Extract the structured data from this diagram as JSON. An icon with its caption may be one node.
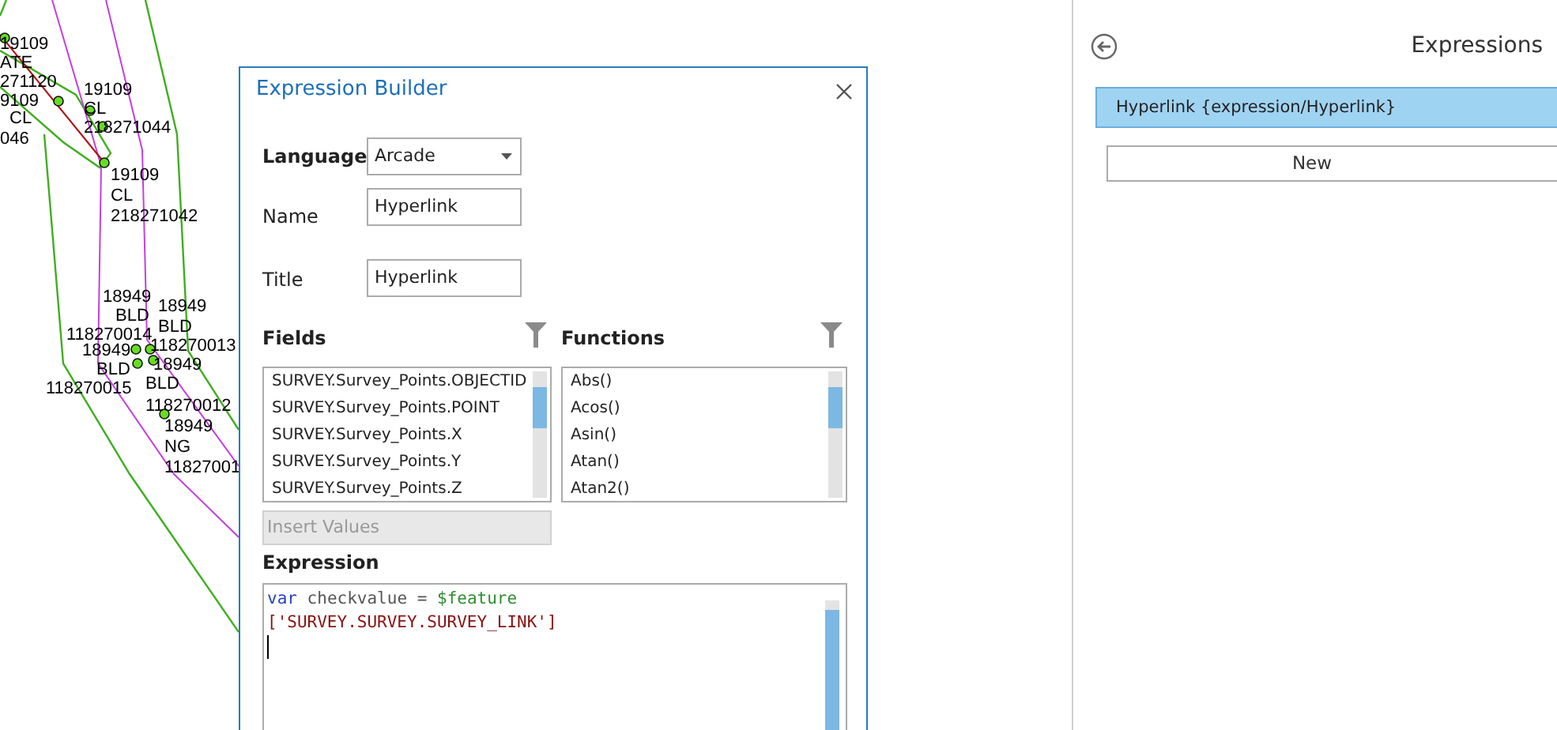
{
  "diagram": {
    "labels": [
      "19109",
      "ATE",
      "271120",
      "9109",
      "CL",
      "046",
      "19109",
      "CL",
      "218271044",
      "19109",
      "CL",
      "218271042",
      "18949",
      "BLD",
      "118270014",
      "18949",
      "BLD",
      "118270015",
      "18949",
      "BLD",
      "118270013",
      "18949",
      "BLD",
      "118270012",
      "18949",
      "NG",
      "11827001",
      "Expression Builder",
      "Language",
      "Arcade",
      "Name",
      "Hyperlink",
      "Title",
      "Hyperlink",
      "Fields",
      "Functions",
      "SURVEY.Survey_Points.OBJECTID",
      "SURVEY.Survey_Points.POINT",
      "SURVEY.Survey_Points.X",
      "SURVEY.Survey_Points.Y",
      "SURVEY.Survey_Points.Z",
      "Abs()",
      "Acos()",
      "Asin()",
      "Atan()",
      "Atan2()",
      "Insert Values",
      "Expression",
      "var checkvalue = $feature",
      "['SURVEY.SURVEY.SURVEY_LINK']",
      "Expressions",
      "Hyperlink {expression/Hyperlink}",
      "New"
    ]
  }
}
